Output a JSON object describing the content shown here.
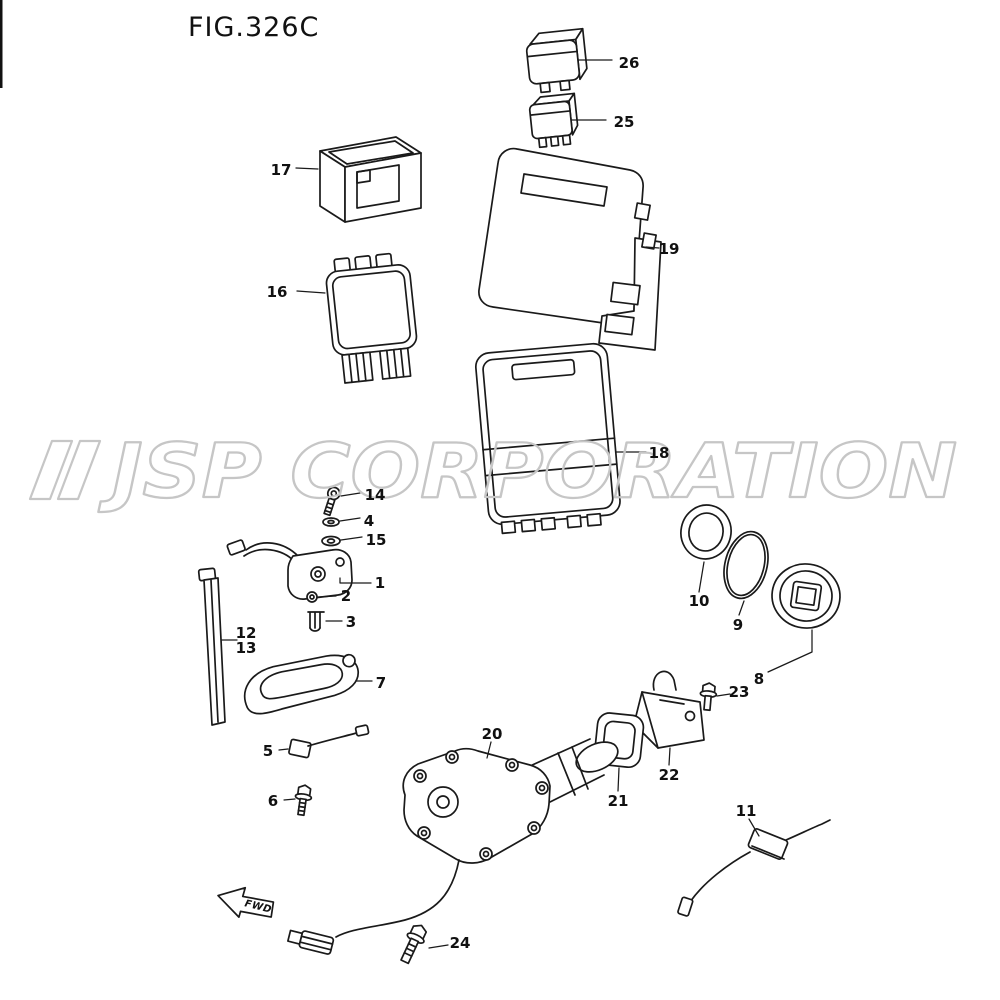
{
  "figure": {
    "title": "FIG.326C"
  },
  "watermark": {
    "text": "JSP CORPORATION"
  },
  "fwd": {
    "label": "FWD"
  },
  "colors": {
    "line": "#1a1a1a",
    "watermark_outline": "#c6c6c6",
    "background": "#ffffff",
    "label_text": "#111111"
  },
  "part_labels": {
    "p1": "1",
    "p2": "2",
    "p3": "3",
    "p4": "4",
    "p5": "5",
    "p6": "6",
    "p7": "7",
    "p8": "8",
    "p9": "9",
    "p10": "10",
    "p11": "11",
    "p12": "12",
    "p13": "13",
    "p14": "14",
    "p15": "15",
    "p16": "16",
    "p17": "17",
    "p18": "18",
    "p19": "19",
    "p20": "20",
    "p21": "21",
    "p22": "22",
    "p23": "23",
    "p24": "24",
    "p25": "25",
    "p26": "26"
  }
}
